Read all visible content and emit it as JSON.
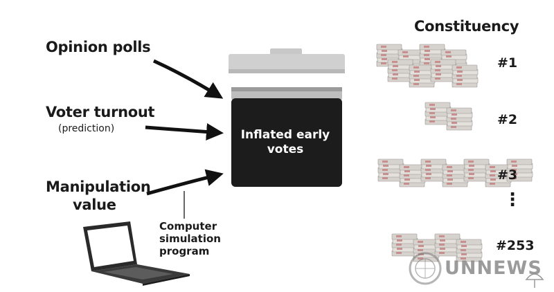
{
  "inputs": [
    {
      "label": "Opinion polls",
      "sub": ""
    },
    {
      "label": "Voter turnout",
      "sub": "(prediction)"
    },
    {
      "label": "Manipulation",
      "label2": "value"
    }
  ],
  "box_label_line1": "Inflated early",
  "box_label_line2": "votes",
  "program_label": [
    "Computer",
    "simulation",
    "program"
  ],
  "constituency_header": "Constituency",
  "constituencies": [
    {
      "id": "#1",
      "stacks": 8
    },
    {
      "id": "#2",
      "stacks": 2
    },
    {
      "id": "#3",
      "stacks": 7
    },
    {
      "id": "#253",
      "stacks": 4
    }
  ],
  "ellipsis": "⋮",
  "watermark": "UNNEWS"
}
